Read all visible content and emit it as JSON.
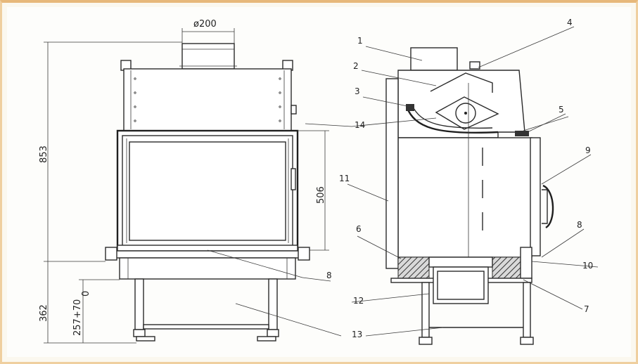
{
  "dimensions": {
    "diameter": "ø200",
    "total_height": "853",
    "glass_height": "506",
    "base_height": "362",
    "leg_height": "257+70",
    "leg_height_lower": "0"
  },
  "callouts": [
    "1",
    "2",
    "3",
    "4",
    "5",
    "6",
    "7",
    "8",
    "9",
    "10",
    "11",
    "12",
    "13",
    "14"
  ],
  "left_callout": "8",
  "colors": {
    "frame": "#e7b87a",
    "line": "#2a2a2a"
  }
}
